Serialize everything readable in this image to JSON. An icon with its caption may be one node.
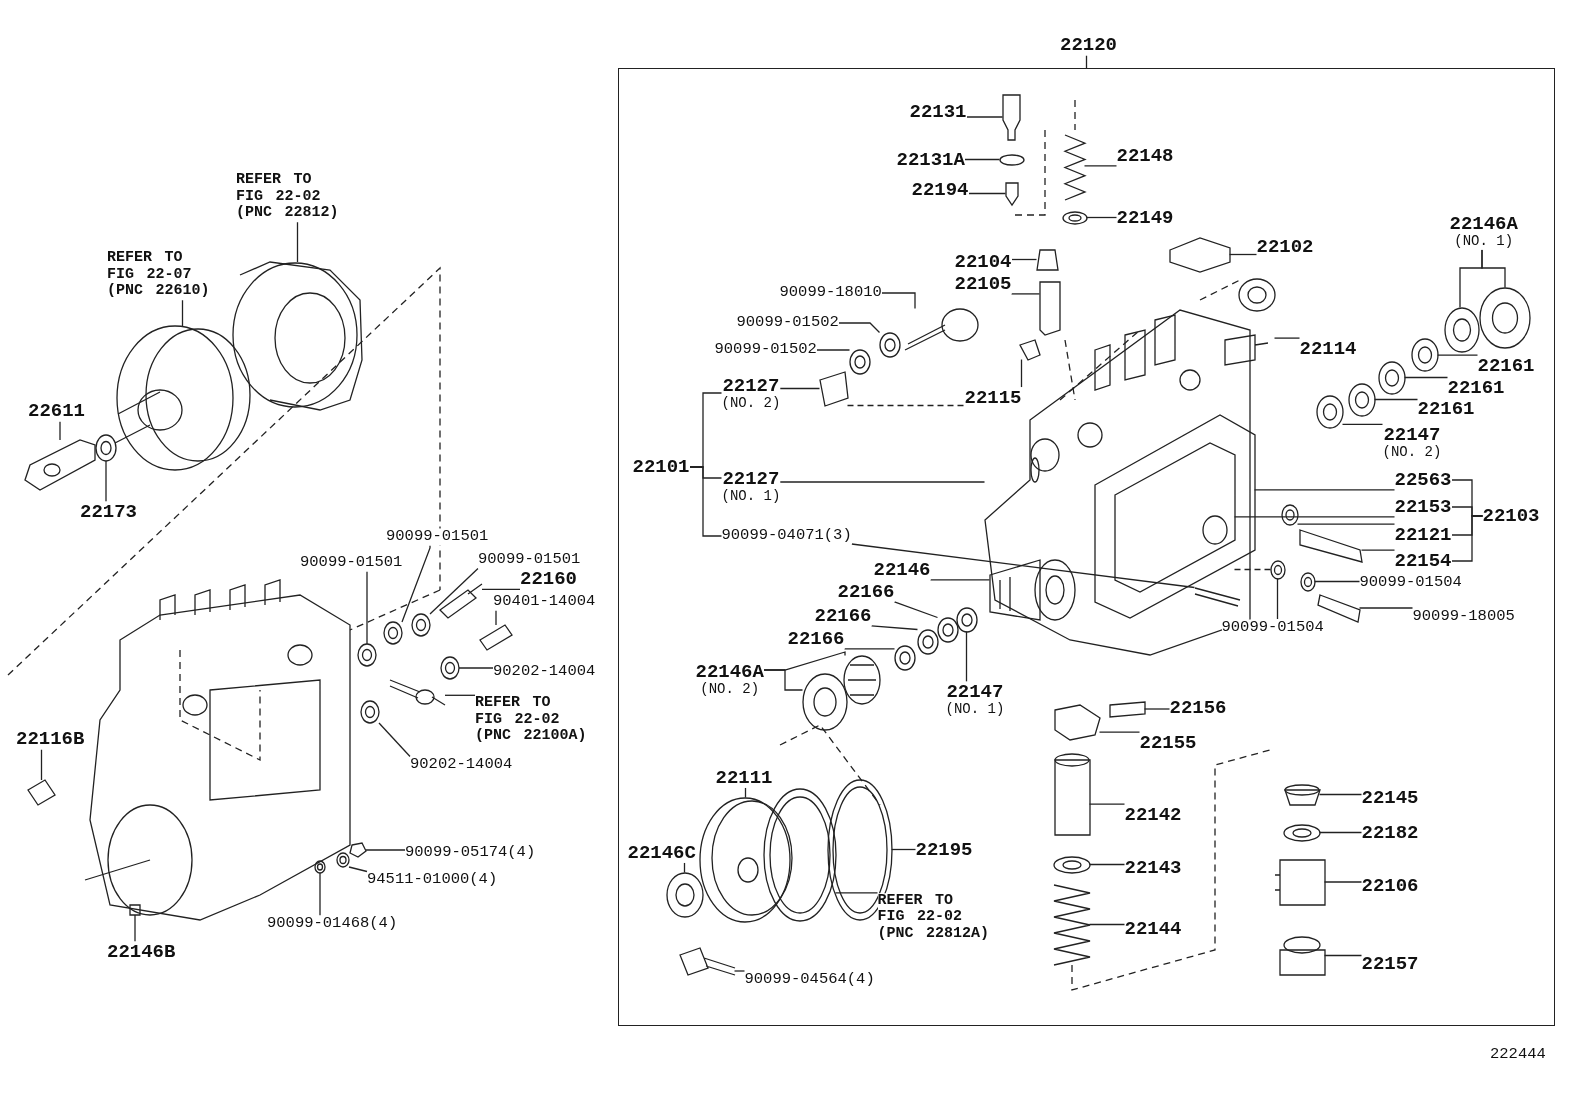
{
  "diagram": {
    "nodes": [
      {
        "text": [
          "REFER TO FIG 22-02 (PNC 22812)"
        ]
      },
      {
        "text": [
          "REFER TO FIG 22-07 (PNC 22610)"
        ]
      },
      {
        "text": [
          "22611"
        ]
      },
      {
        "text": [
          "22173"
        ]
      },
      {
        "text": [
          "90099-01501"
        ]
      },
      {
        "text": [
          "90099-01501"
        ]
      },
      {
        "text": [
          "90099-01501"
        ]
      },
      {
        "text": [
          "22160"
        ]
      },
      {
        "text": [
          "90401-14004"
        ]
      },
      {
        "text": [
          "90202-14004"
        ]
      },
      {
        "text": [
          "REFER TO FIG 22-02 (PNC 22100A)"
        ]
      },
      {
        "text": [
          "90202-14004"
        ]
      },
      {
        "text": [
          "22116B"
        ]
      },
      {
        "text": [
          "90099-05174(4)"
        ]
      },
      {
        "text": [
          "94511-01000(4)"
        ]
      },
      {
        "text": [
          "90099-01468(4)"
        ]
      },
      {
        "text": [
          "22146B"
        ]
      },
      {
        "text": [],
        "shape": "box"
      },
      {
        "text": [
          "22131"
        ],
        "in": 17
      },
      {
        "text": [
          "22131A"
        ],
        "in": 17
      },
      {
        "text": [
          "22194"
        ],
        "in": 17
      },
      {
        "text": [
          "22148"
        ],
        "in": 17
      },
      {
        "text": [
          "22149"
        ],
        "in": 17
      },
      {
        "text": [
          "22104"
        ],
        "in": 17
      },
      {
        "text": [
          "22105"
        ],
        "in": 17
      },
      {
        "text": [
          "22102"
        ],
        "in": 17
      },
      {
        "text": [
          "22146A",
          "(NO. 1)"
        ],
        "in": 17
      },
      {
        "text": [
          "90099-18010"
        ],
        "in": 17
      },
      {
        "text": [
          "90099-01502"
        ],
        "in": 17
      },
      {
        "text": [
          "90099-01502"
        ],
        "in": 17
      },
      {
        "text": [
          "22127",
          "(NO. 2)"
        ],
        "in": 17
      },
      {
        "text": [
          "22101"
        ],
        "in": 17
      },
      {
        "text": [
          "22127",
          "(NO. 1)"
        ],
        "in": 17
      },
      {
        "text": [
          "90099-04071(3)"
        ],
        "in": 17
      },
      {
        "text": [
          "22115"
        ],
        "in": 17
      },
      {
        "text": [
          "22114"
        ],
        "in": 17
      },
      {
        "text": [
          "22161"
        ],
        "in": 17
      },
      {
        "text": [
          "22161"
        ],
        "in": 17
      },
      {
        "text": [
          "22161"
        ],
        "in": 17
      },
      {
        "text": [
          "22147",
          "(NO. 2)"
        ],
        "in": 17
      },
      {
        "text": [
          "22563"
        ],
        "in": 17
      },
      {
        "text": [
          "22153"
        ],
        "in": 17
      },
      {
        "text": [
          "22121"
        ],
        "in": 17
      },
      {
        "text": [
          "22154"
        ],
        "in": 17
      },
      {
        "text": [
          "22103"
        ],
        "in": 17
      },
      {
        "text": [
          "90099-01504"
        ],
        "in": 17
      },
      {
        "text": [
          "90099-01504"
        ],
        "in": 17
      },
      {
        "text": [
          "90099-18005"
        ],
        "in": 17
      },
      {
        "text": [
          "22146"
        ],
        "in": 17
      },
      {
        "text": [
          "22166"
        ],
        "in": 17
      },
      {
        "text": [
          "22166"
        ],
        "in": 17
      },
      {
        "text": [
          "22166"
        ],
        "in": 17
      },
      {
        "text": [
          "22146A",
          "(NO. 2)"
        ],
        "in": 17
      },
      {
        "text": [
          "22147",
          "(NO. 1)"
        ],
        "in": 17
      },
      {
        "text": [
          "22156"
        ],
        "in": 17
      },
      {
        "text": [
          "22155"
        ],
        "in": 17
      },
      {
        "text": [
          "22111"
        ],
        "in": 17
      },
      {
        "text": [
          "22195"
        ],
        "in": 17
      },
      {
        "text": [
          "22146C"
        ],
        "in": 17
      },
      {
        "text": [
          "REFER TO FIG 22-02 (PNC 22812A)"
        ],
        "in": 17
      },
      {
        "text": [
          "22142"
        ],
        "in": 17
      },
      {
        "text": [
          "22143"
        ],
        "in": 17
      },
      {
        "text": [
          "22144"
        ],
        "in": 17
      },
      {
        "text": [
          "22145"
        ],
        "in": 17
      },
      {
        "text": [
          "22182"
        ],
        "in": 17
      },
      {
        "text": [
          "22106"
        ],
        "in": 17
      },
      {
        "text": [
          "22157"
        ],
        "in": 17
      },
      {
        "text": [
          "90099-04564(4)"
        ],
        "in": 17
      },
      {
        "text": [
          "22120"
        ]
      },
      {
        "text": [],
        "shape": "picture"
      },
      {
        "text": [],
        "shape": "picture"
      },
      {
        "text": [],
        "shape": "picture"
      },
      {
        "text": [],
        "shape": "picture"
      },
      {
        "text": [],
        "shape": "picture"
      },
      {
        "text": [],
        "shape": "picture"
      },
      {
        "text": [],
        "shape": "picture"
      },
      {
        "text": [],
        "shape": "picture"
      },
      {
        "text": [],
        "shape": "picture"
      },
      {
        "text": [],
        "shape": "picture"
      },
      {
        "text": [],
        "shape": "picture"
      },
      {
        "text": [],
        "shape": "picture"
      },
      {
        "text": [],
        "shape": "picture"
      },
      {
        "text": [],
        "shape": "picture"
      },
      {
        "text": [],
        "shape": "picture"
      },
      {
        "text": [],
        "shape": "picture"
      },
      {
        "text": [],
        "shape": "picture"
      },
      {
        "text": [],
        "shape": "picture",
        "in": 17
      },
      {
        "text": [],
        "shape": "circle",
        "in": 17
      },
      {
        "text": [],
        "shape": "picture",
        "in": 17
      },
      {
        "text": [],
        "shape": "picture",
        "in": 17
      },
      {
        "text": [],
        "shape": "picture",
        "in": 17
      },
      {
        "text": [],
        "shape": "picture",
        "in": 17
      },
      {
        "text": [],
        "shape": "picture",
        "in": 17
      },
      {
        "text": [],
        "shape": "picture",
        "in": 17
      },
      {
        "text": [],
        "shape": "picture",
        "in": 17
      },
      {
        "text": [],
        "shape": "picture",
        "in": 17
      },
      {
        "text": [],
        "shape": "picture",
        "in": 17
      },
      {
        "text": [],
        "shape": "picture",
        "in": 17
      },
      {
        "text": [],
        "shape": "picture",
        "in": 17
      },
      {
        "text": [],
        "shape": "picture",
        "in": 17
      },
      {
        "text": [],
        "shape": "picture",
        "in": 17
      },
      {
        "text": [],
        "shape": "picture",
        "in": 100
      },
      {
        "text": [],
        "shape": "picture",
        "in": 17
      },
      {
        "text": [],
        "shape": "picture",
        "in": 17
      },
      {
        "text": [],
        "shape": "picture",
        "in": 17
      },
      {
        "text": [],
        "shape": "picture",
        "in": 17
      },
      {
        "text": [],
        "shape": "picture",
        "in": 17
      },
      {
        "text": [],
        "shape": "picture",
        "in": 17
      },
      {
        "text": [],
        "shape": "picture",
        "in": 100
      },
      {
        "text": [],
        "shape": "picture",
        "in": 108
      },
      {
        "text": [],
        "shape": "picture",
        "in": 17
      },
      {
        "text": [],
        "shape": "picture",
        "in": 17
      },
      {
        "text": [],
        "shape": "picture",
        "in": 17
      },
      {
        "text": [],
        "shape": "picture",
        "in": 17
      },
      {
        "text": [],
        "shape": "picture",
        "in": 17
      },
      {
        "text": [],
        "shape": "picture",
        "in": 100
      },
      {
        "text": [],
        "shape": "picture",
        "in": 17
      },
      {
        "text": [],
        "shape": "picture",
        "in": 17
      },
      {
        "text": [],
        "shape": "picture",
        "in": 17
      },
      {
        "text": [],
        "shape": "picture",
        "in": 17
      },
      {
        "text": [],
        "shape": "picture",
        "in": 17
      },
      {
        "text": [],
        "shape": "picture",
        "in": 17
      },
      {
        "text": [],
        "shape": "picture",
        "in": 17
      },
      {
        "text": [],
        "shape": "picture",
        "in": 17
      },
      {
        "text": [],
        "shape": "picture",
        "in": 17
      },
      {
        "text": [],
        "shape": "picture",
        "in": 17
      },
      {
        "text": [],
        "shape": "picture",
        "in": 17
      },
      {
        "text": [],
        "shape": "picture",
        "in": 17
      },
      {
        "text": [],
        "shape": "picture",
        "in": 17
      },
      {
        "text": [],
        "shape": "picture",
        "in": 17
      },
      {
        "text": [],
        "shape": "picture",
        "in": 17
      },
      {
        "text": [],
        "shape": "picture",
        "in": 17
      },
      {
        "text": [],
        "shape": "picture",
        "in": 17
      },
      {
        "text": [],
        "shape": "picture",
        "in": 17
      },
      {
        "text": [],
        "shape": "picture",
        "in": 17
      },
      {
        "text": [],
        "shape": "picture",
        "in": 17
      }
    ],
    "edges": [
      {
        "from": 0,
        "to": 69,
        "arrow": "none"
      },
      {
        "from": 1,
        "to": 70,
        "arrow": "none"
      },
      {
        "from": 2,
        "to": 71,
        "arrow": "none"
      },
      {
        "from": 3,
        "to": 72,
        "arrow": "none"
      },
      {
        "from": 4,
        "to": 73,
        "arrow": "none"
      },
      {
        "from": 5,
        "to": 74,
        "arrow": "none"
      },
      {
        "from": 6,
        "to": 75,
        "arrow": "none"
      },
      {
        "from": 7,
        "to": 76,
        "arrow": "none"
      },
      {
        "from": 8,
        "to": 77,
        "arrow": "none"
      },
      {
        "from": 9,
        "to": 78,
        "arrow": "none"
      },
      {
        "from": 10,
        "to": 79,
        "arrow": "none"
      },
      {
        "from": 11,
        "to": 80,
        "arrow": "none"
      },
      {
        "from": 12,
        "to": 81,
        "arrow": "none"
      },
      {
        "from": 13,
        "to": 82,
        "arrow": "none"
      },
      {
        "from": 14,
        "to": 83,
        "arrow": "none"
      },
      {
        "from": 15,
        "to": 84,
        "arrow": "none"
      },
      {
        "from": 16,
        "to": 85,
        "arrow": "none"
      },
      {
        "from": 18,
        "to": 86,
        "arrow": "none"
      },
      {
        "from": 19,
        "to": 87,
        "arrow": "none"
      },
      {
        "from": 20,
        "to": 88,
        "arrow": "none"
      },
      {
        "from": 21,
        "to": 89,
        "arrow": "none"
      },
      {
        "from": 22,
        "to": 90,
        "arrow": "none"
      },
      {
        "from": 23,
        "to": 91,
        "arrow": "none"
      },
      {
        "from": 24,
        "to": 92,
        "arrow": "none"
      },
      {
        "from": 25,
        "to": 93,
        "arrow": "none"
      },
      {
        "from": 26,
        "to": 94,
        "arrow": "none"
      },
      {
        "from": 26,
        "to": 95,
        "arrow": "none"
      },
      {
        "from": 27,
        "to": 96,
        "arrow": "none"
      },
      {
        "from": 28,
        "to": 97,
        "arrow": "none"
      },
      {
        "from": 29,
        "to": 98,
        "arrow": "none"
      },
      {
        "from": 30,
        "to": 99,
        "arrow": "none"
      },
      {
        "from": 31,
        "to": 30,
        "arrow": "none"
      },
      {
        "from": 31,
        "to": 32,
        "arrow": "none"
      },
      {
        "from": 31,
        "to": 33,
        "arrow": "none"
      },
      {
        "from": 32,
        "to": 100,
        "arrow": "none"
      },
      {
        "from": 33,
        "to": 115,
        "arrow": "none"
      },
      {
        "from": 34,
        "to": 102,
        "arrow": "none"
      },
      {
        "from": 35,
        "to": 103,
        "arrow": "none"
      },
      {
        "from": 36,
        "to": 104,
        "arrow": "none"
      },
      {
        "from": 37,
        "to": 105,
        "arrow": "none"
      },
      {
        "from": 38,
        "to": 106,
        "arrow": "none"
      },
      {
        "from": 39,
        "to": 107,
        "arrow": "none"
      },
      {
        "from": 40,
        "to": 108,
        "arrow": "none"
      },
      {
        "from": 41,
        "to": 109,
        "arrow": "none"
      },
      {
        "from": 42,
        "to": 110,
        "arrow": "none"
      },
      {
        "from": 43,
        "to": 111,
        "arrow": "none"
      },
      {
        "from": 44,
        "to": 40,
        "arrow": "none"
      },
      {
        "from": 44,
        "to": 41,
        "arrow": "none"
      },
      {
        "from": 44,
        "to": 42,
        "arrow": "none"
      },
      {
        "from": 44,
        "to": 43,
        "arrow": "none"
      },
      {
        "from": 45,
        "to": 112,
        "arrow": "none"
      },
      {
        "from": 46,
        "to": 113,
        "arrow": "none"
      },
      {
        "from": 47,
        "to": 114,
        "arrow": "none"
      },
      {
        "from": 48,
        "to": 101,
        "arrow": "none"
      },
      {
        "from": 49,
        "to": 116,
        "arrow": "none"
      },
      {
        "from": 50,
        "to": 117,
        "arrow": "none"
      },
      {
        "from": 51,
        "to": 118,
        "arrow": "none"
      },
      {
        "from": 52,
        "to": 119,
        "arrow": "none"
      },
      {
        "from": 52,
        "to": 120,
        "arrow": "none"
      },
      {
        "from": 53,
        "to": 121,
        "arrow": "none"
      },
      {
        "from": 54,
        "to": 122,
        "arrow": "none"
      },
      {
        "from": 55,
        "to": 123,
        "arrow": "none"
      },
      {
        "from": 56,
        "to": 124,
        "arrow": "none"
      },
      {
        "from": 57,
        "to": 125,
        "arrow": "none"
      },
      {
        "from": 58,
        "to": 126,
        "arrow": "none"
      },
      {
        "from": 59,
        "to": 127,
        "arrow": "none"
      },
      {
        "from": 60,
        "to": 128,
        "arrow": "none"
      },
      {
        "from": 61,
        "to": 129,
        "arrow": "none"
      },
      {
        "from": 62,
        "to": 130,
        "arrow": "none"
      },
      {
        "from": 63,
        "to": 131,
        "arrow": "none"
      },
      {
        "from": 64,
        "to": 132,
        "arrow": "none"
      },
      {
        "from": 65,
        "to": 133,
        "arrow": "none"
      },
      {
        "from": 66,
        "to": 134,
        "arrow": "none"
      },
      {
        "from": 67,
        "to": 135,
        "arrow": "none"
      },
      {
        "from": 68,
        "to": 17,
        "arrow": "none"
      },
      {
        "from": 99,
        "to": 100,
        "arrow": "none",
        "style": "dashed"
      },
      {
        "from": 109,
        "to": 113,
        "arrow": "none",
        "style": "dashed"
      }
    ],
    "labels": [
      "222444"
    ]
  }
}
